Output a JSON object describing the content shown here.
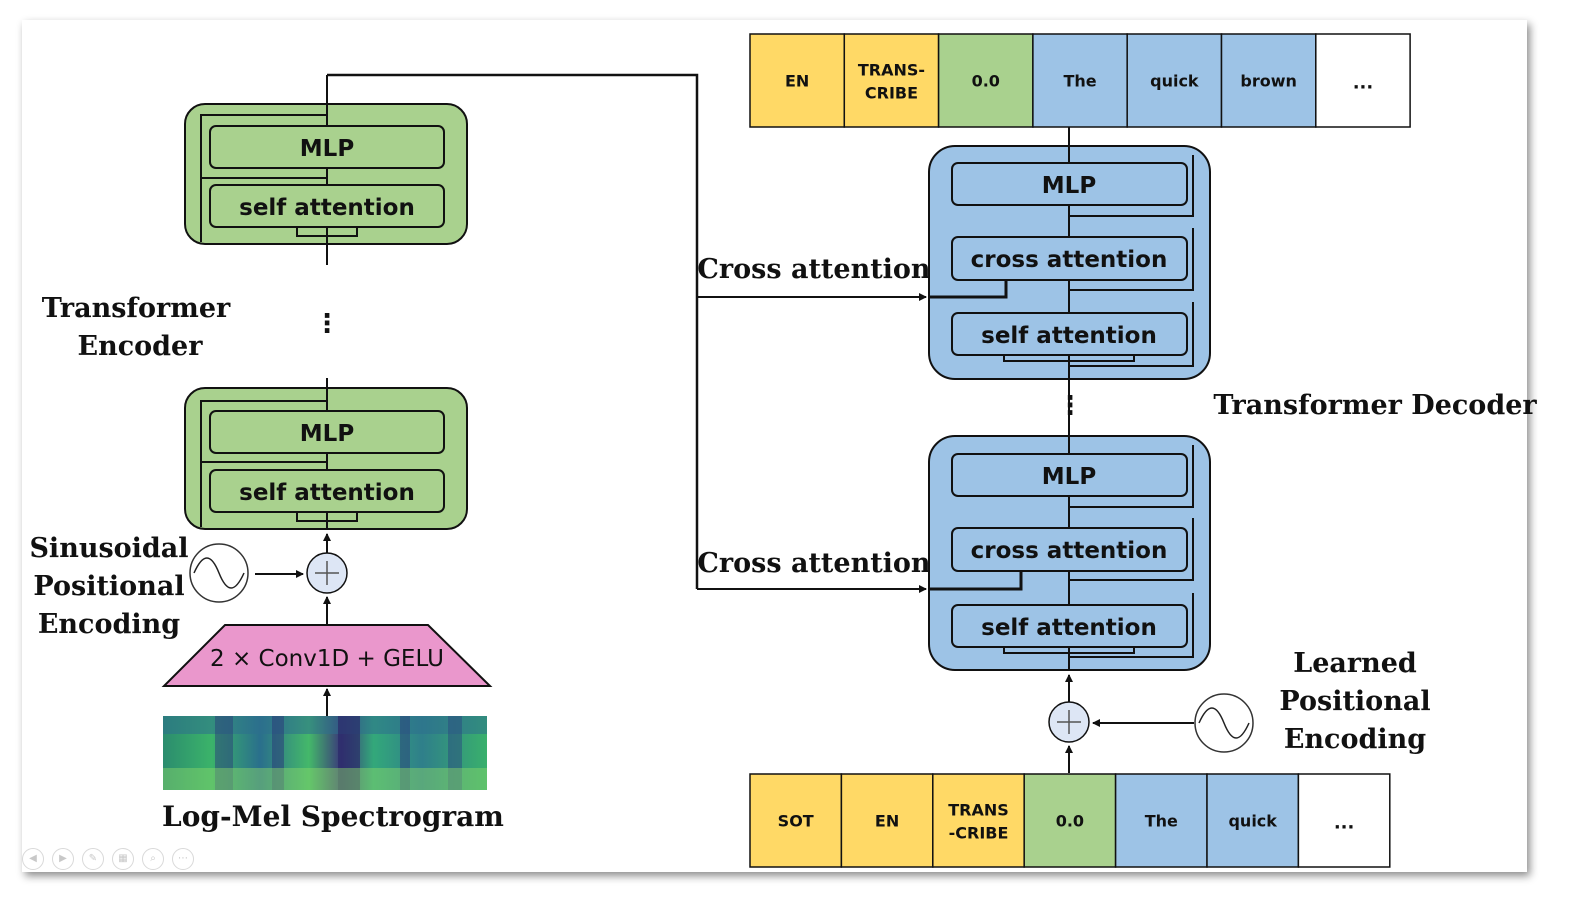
{
  "encoder": {
    "mlp_label": "MLP",
    "self_attention_label": "self attention",
    "title_line1": "Transformer",
    "title_line2": "Encoder",
    "vdots": "⋮"
  },
  "sinusoidal": {
    "line1": "Sinusoidal",
    "line2": "Positional",
    "line3": "Encoding"
  },
  "conv_label": "2 × Conv1D + GELU",
  "spectrogram_label": "Log-Mel Spectrogram",
  "decoder": {
    "mlp_label": "MLP",
    "cross_attention_label": "cross attention",
    "self_attention_label": "self attention",
    "title": "Transformer Decoder",
    "vdots": "⋮"
  },
  "cross_attention_top": "Cross attention",
  "cross_attention_bottom": "Cross attention",
  "learned": {
    "line1": "Learned",
    "line2": "Positional",
    "line3": "Encoding"
  },
  "output_tokens": [
    {
      "line1": "EN",
      "line2": "",
      "type": "special"
    },
    {
      "line1": "TRANS-",
      "line2": "CRIBE",
      "type": "special"
    },
    {
      "line1": "0.0",
      "line2": "",
      "type": "time"
    },
    {
      "line1": "The",
      "line2": "",
      "type": "text"
    },
    {
      "line1": "quick",
      "line2": "",
      "type": "text"
    },
    {
      "line1": "brown",
      "line2": "",
      "type": "text"
    },
    {
      "line1": "...",
      "line2": "",
      "type": "empty"
    }
  ],
  "input_tokens": [
    {
      "line1": "SOT",
      "line2": "",
      "type": "special"
    },
    {
      "line1": "EN",
      "line2": "",
      "type": "special"
    },
    {
      "line1": "TRANS",
      "line2": "-CRIBE",
      "type": "special"
    },
    {
      "line1": "0.0",
      "line2": "",
      "type": "time"
    },
    {
      "line1": "The",
      "line2": "",
      "type": "text"
    },
    {
      "line1": "quick",
      "line2": "",
      "type": "text"
    },
    {
      "line1": "...",
      "line2": "",
      "type": "empty"
    }
  ],
  "colors": {
    "special": "#ffd966",
    "time": "#a9d18e",
    "text": "#9dc3e6",
    "empty": "#ffffff",
    "encoder_fill": "#a9d18e",
    "decoder_fill": "#9dc3e6",
    "conv_fill": "#ea97cc",
    "adder_fill": "#dde6f5"
  },
  "nav_icons": [
    "prev-icon",
    "next-icon",
    "pen-icon",
    "slides-icon",
    "zoom-icon",
    "more-icon"
  ]
}
